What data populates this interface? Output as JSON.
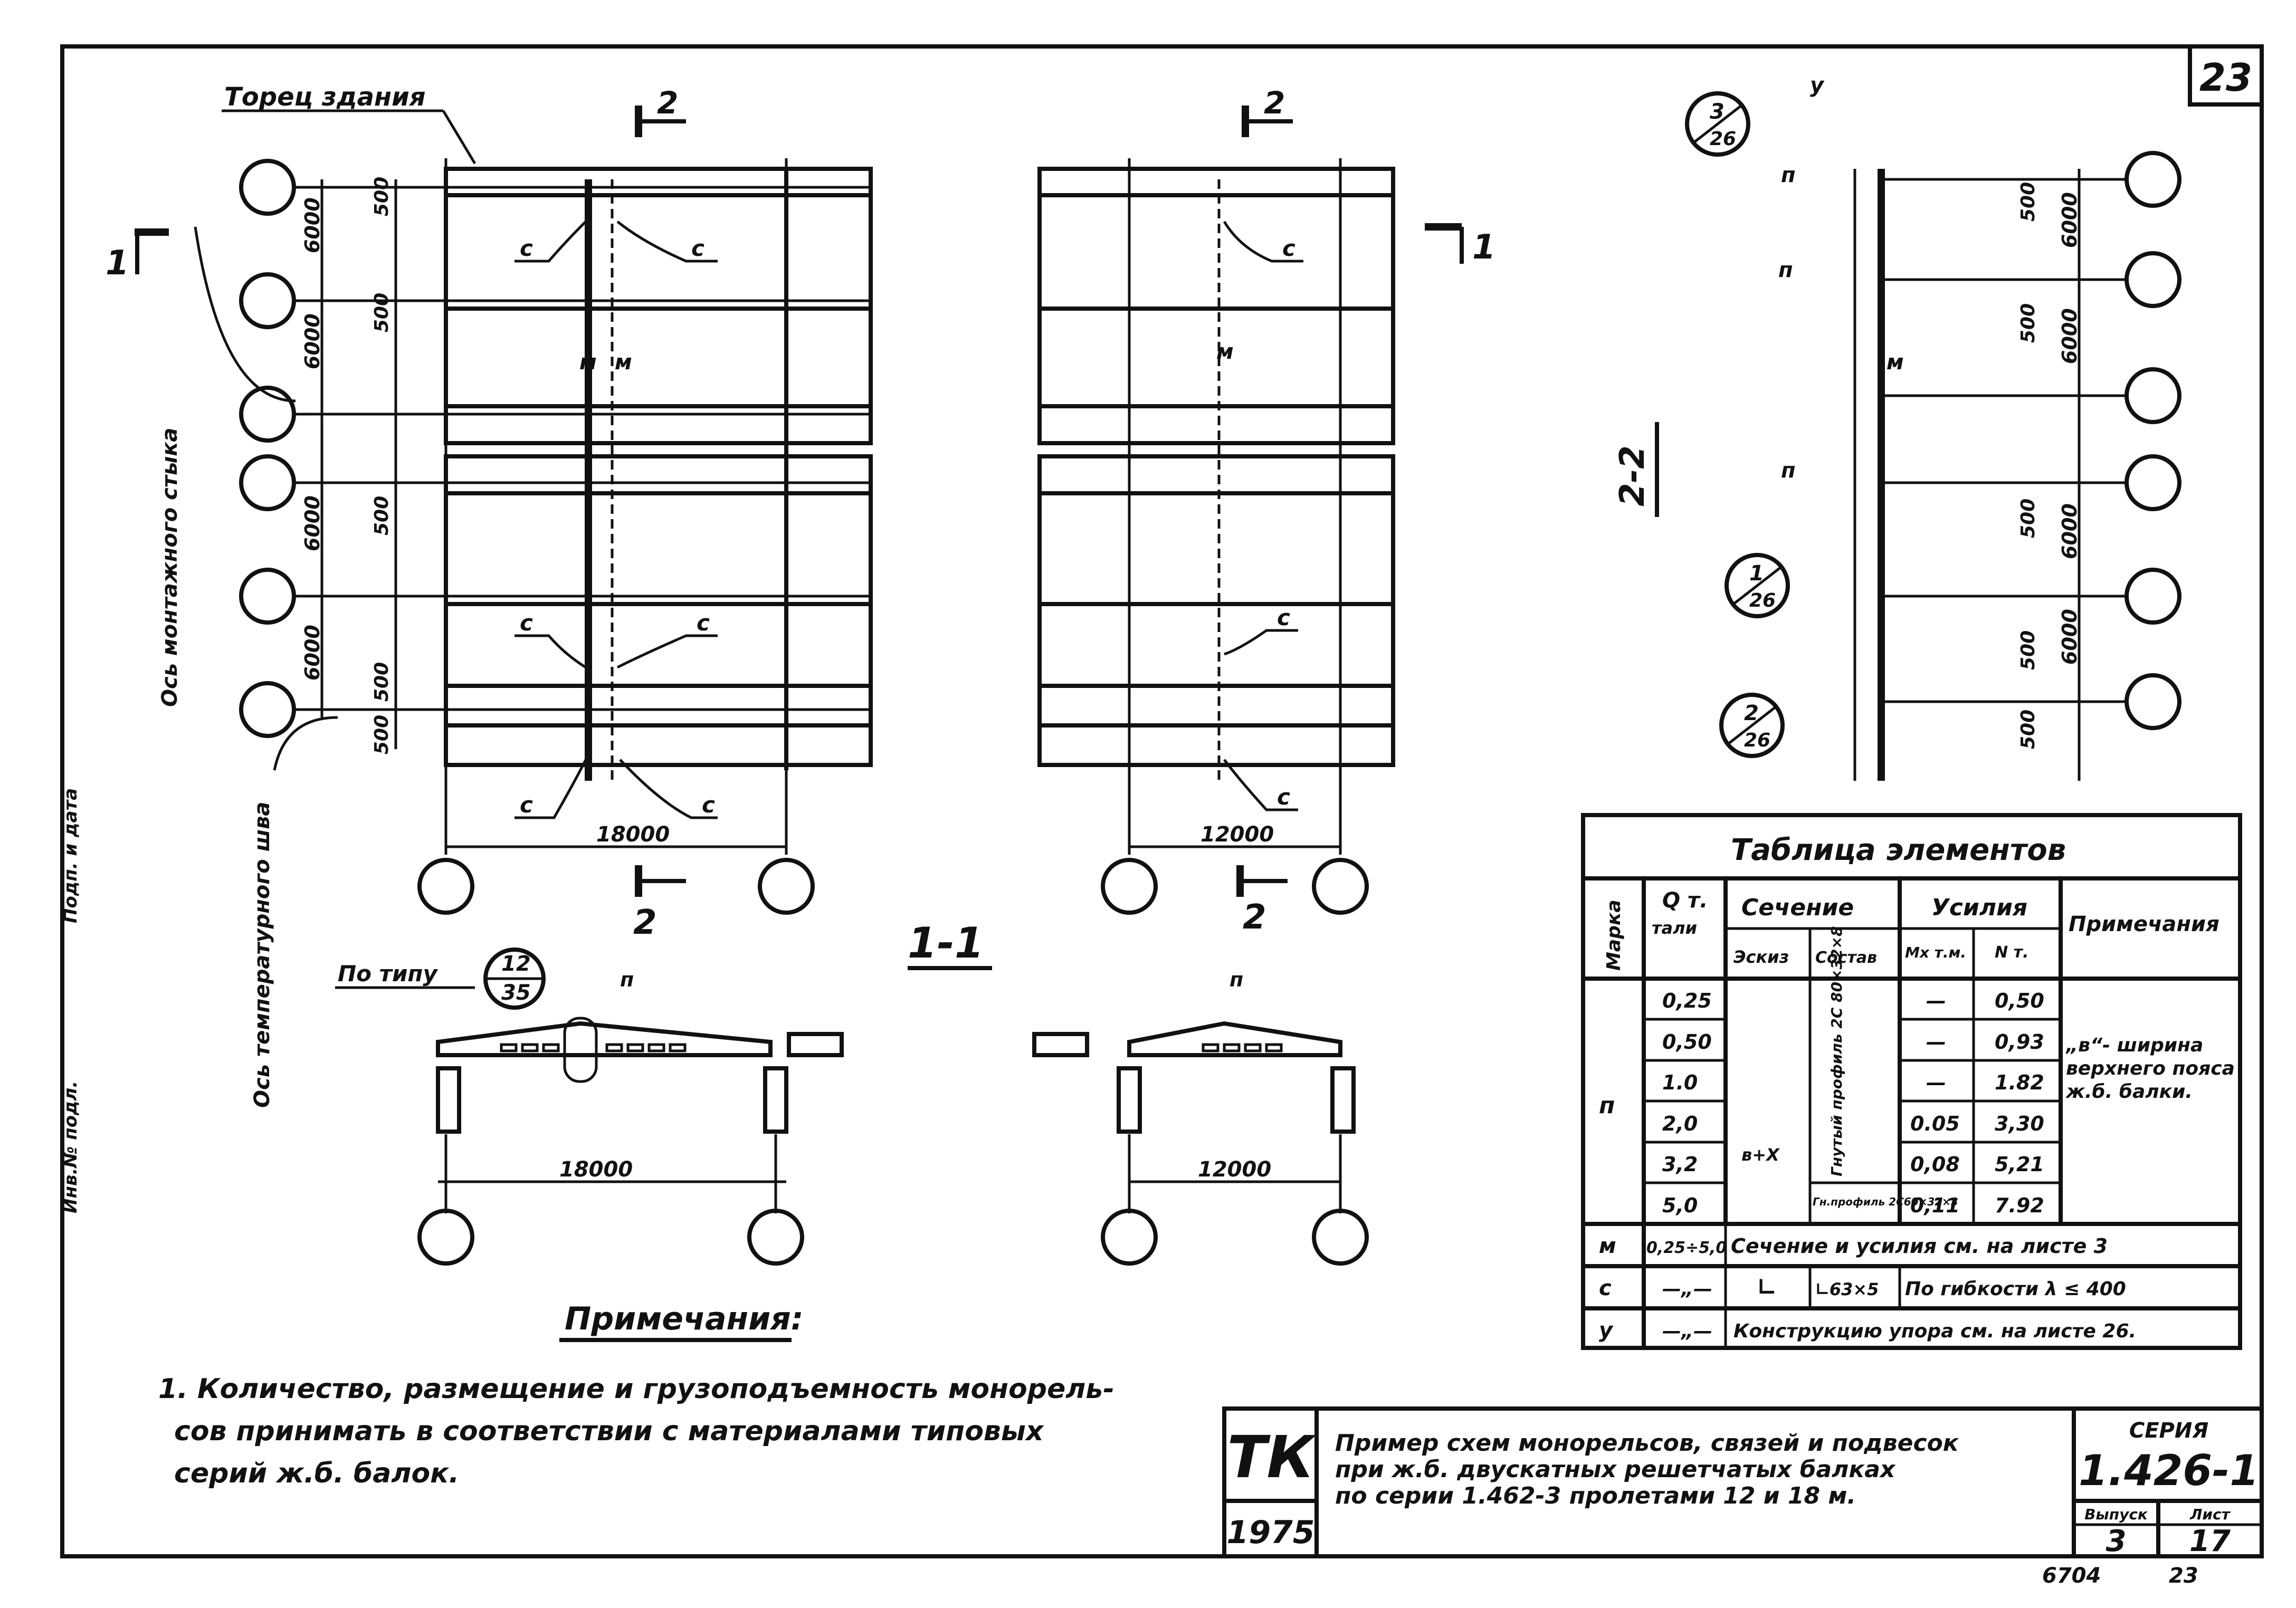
{
  "sheet": {
    "number": "23",
    "footer_number": "23",
    "footer_code": "6704"
  },
  "plan": {
    "building_end_label": "Торец здания",
    "mounting_axis_label": "Ось монтажного стыка",
    "temperature_axis_label": "Ось температурного шва",
    "section_1_label": "1",
    "section_2_label": "2",
    "span_left": "18000",
    "span_right": "12000",
    "dim_6000": "6000",
    "dim_500": "500",
    "mark_c": "с",
    "mark_m": "м",
    "mark_p": "п",
    "mark_y": "у"
  },
  "section_22": {
    "title": "2-2",
    "callout_3": {
      "top": "3",
      "bottom": "26"
    },
    "callout_1": {
      "top": "1",
      "bottom": "26"
    },
    "callout_2": {
      "top": "2",
      "bottom": "26"
    }
  },
  "section_11": {
    "title": "1-1",
    "by_type_label": "По типу",
    "callout": {
      "top": "12",
      "bottom": "35"
    },
    "span_left": "18000",
    "span_right": "12000"
  },
  "elements_table": {
    "title": "Таблица элементов",
    "headers": {
      "mark": "Марка",
      "q": "Q т.",
      "q_sub": "тали",
      "section": "Сечение",
      "sketch": "Эскиз",
      "composition": "Состав",
      "forces": "Усилия",
      "mx": "Мх т.м.",
      "n": "N т.",
      "notes": "Примечания"
    },
    "p_rows": [
      {
        "q": "0,25",
        "mx": "—",
        "n": "0,50"
      },
      {
        "q": "0,50",
        "mx": "—",
        "n": "0,93"
      },
      {
        "q": "1.0",
        "mx": "—",
        "n": "1.82"
      },
      {
        "q": "2,0",
        "mx": "0.05",
        "n": "3,30"
      },
      {
        "q": "3,2",
        "mx": "0,08",
        "n": "5,21"
      },
      {
        "q": "5,0",
        "mx": "0,11",
        "n": "7.92"
      }
    ],
    "p_mark": "п",
    "p_sketch_label": "в+Х",
    "p_composition": "Гнутый профиль 2С 80×32×8",
    "p_composition_last": "Гн.профиль 2С60×32×3",
    "p_note": "„в“- ширина верхнего пояса ж.б. балки.",
    "m_mark": "м",
    "m_q": "0,25÷5,0",
    "m_text": "Сечение и усилия см. на листе 3",
    "c_mark": "с",
    "c_q": "—„—",
    "c_sketch": "∟",
    "c_composition": "∟63×5",
    "c_text": "По гибкости λ ≤ 400",
    "y_mark": "у",
    "y_q": "—„—",
    "y_text": "Конструкцию упора см. на листе 26."
  },
  "notes": {
    "heading": "Примечания:",
    "text_line1": "1. Количество, размещение и грузоподъемность монорель-",
    "text_line2": "сов принимать в соответствии с материалами типовых",
    "text_line3": "серий ж.б. балок."
  },
  "title_block": {
    "org": "ТК",
    "year": "1975",
    "description_line1": "Пример схем монорельсов, связей и подвесок",
    "description_line2": "при ж.б. двускатных решетчатых балках",
    "description_line3": "по серии 1.462-3 пролетами 12 и 18 м.",
    "series_label": "СЕРИЯ",
    "series": "1.426-1",
    "issue_label": "Выпуск",
    "issue": "3",
    "sheet_label": "Лист",
    "sheet": "17"
  },
  "margin": {
    "text1": "Инв.№ подл.",
    "text2": "Подп. и дата"
  }
}
